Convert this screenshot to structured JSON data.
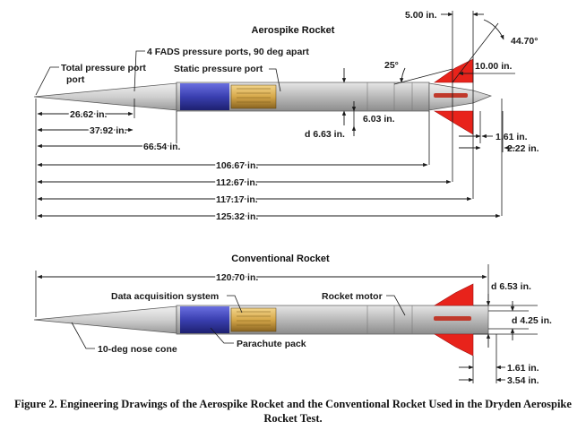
{
  "top": {
    "title": "Aerospike Rocket",
    "labels": {
      "total_pressure_port": "Total pressure port",
      "fads": "4 FADS pressure ports, 90 deg apart",
      "static_port": "Static pressure port"
    },
    "dims": {
      "d_26_62": "26.62 in.",
      "d_37_92": "37.92 in.",
      "d_66_54": "66.54 in.",
      "d_106_67": "106.67 in.",
      "d_112_67": "112.67 in.",
      "d_117_17": "117.17 in.",
      "d_125_32": "125.32 in.",
      "d_5_00": "5.00 in.",
      "d_10_00": "10.00 in.",
      "d_6_03": "6.03 in.",
      "d_6_63": "d 6.63 in.",
      "d_1_61": "1.61 in.",
      "d_2_22": "2.22 in.",
      "ang_44_70": "44.70°",
      "ang_25": "25°"
    }
  },
  "bottom": {
    "title": "Conventional Rocket",
    "labels": {
      "data_acq": "Data acquisition system",
      "motor": "Rocket motor",
      "parachute": "Parachute pack",
      "nose": "10-deg nose cone"
    },
    "dims": {
      "d_120_70": "120.70 in.",
      "d_6_53": "d 6.53 in.",
      "d_4_25": "d 4.25 in.",
      "d_1_61": "1.61 in.",
      "d_3_54": "3.54 in."
    }
  },
  "caption": "Figure 2.  Engineering Drawings of the Aerospike Rocket and the Conventional Rocket Used in the Dryden Aerospike Rocket Test.",
  "colors": {
    "fin": "#e8231b",
    "body": "#c4c4c4",
    "payload": "#3a3fb0",
    "electronics": "#d6a84a",
    "motor_band": "#c0392b"
  }
}
